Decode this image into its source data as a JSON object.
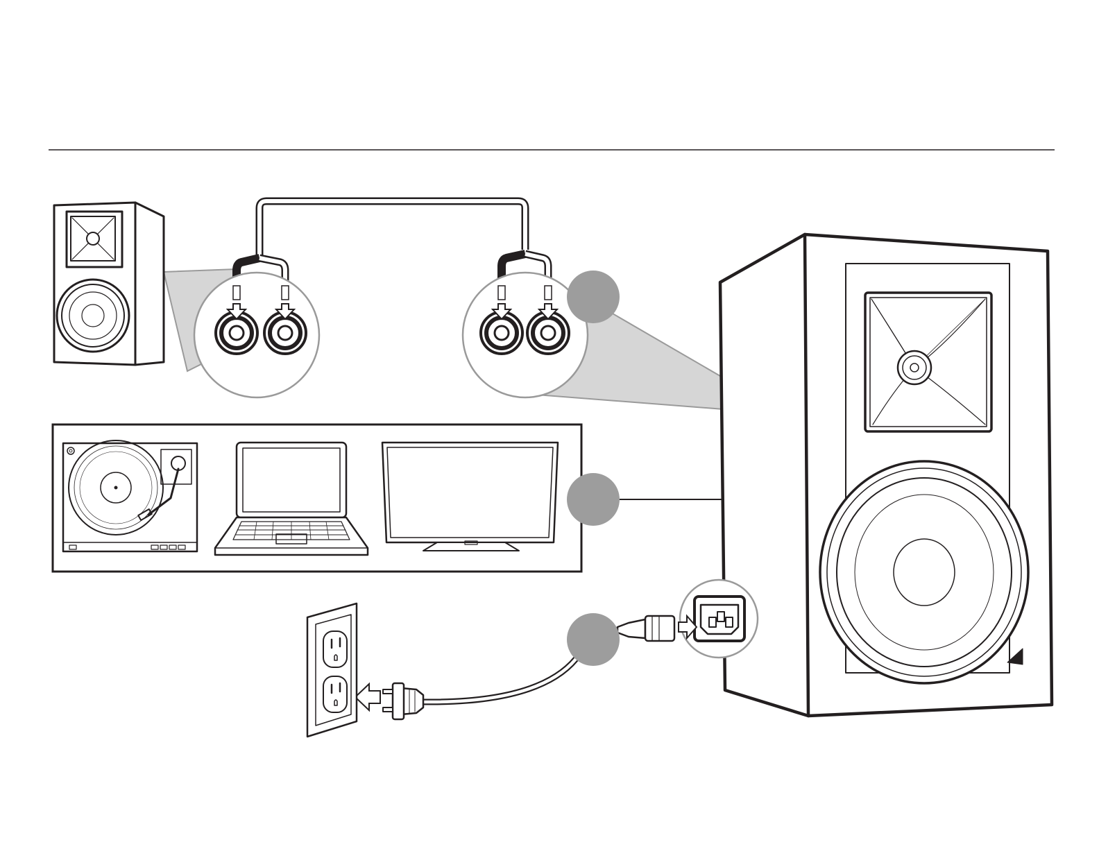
{
  "diagram": {
    "colors": {
      "line": "#231f20",
      "badge": "#9d9d9d",
      "zoom_fill": "#cfcfcf",
      "zoom_edge": "#9a9a9a",
      "background": "#ffffff"
    },
    "icons": [
      "passive-speaker-icon",
      "speaker-wire-icon",
      "binding-post-icon",
      "turntable-icon",
      "laptop-icon",
      "tv-icon",
      "wall-outlet-icon",
      "power-plug-icon",
      "iec-power-inlet-icon",
      "powered-speaker-icon"
    ],
    "steps": [
      {
        "id": "step-1",
        "label": ""
      },
      {
        "id": "step-2",
        "label": ""
      },
      {
        "id": "step-3",
        "label": ""
      }
    ]
  }
}
